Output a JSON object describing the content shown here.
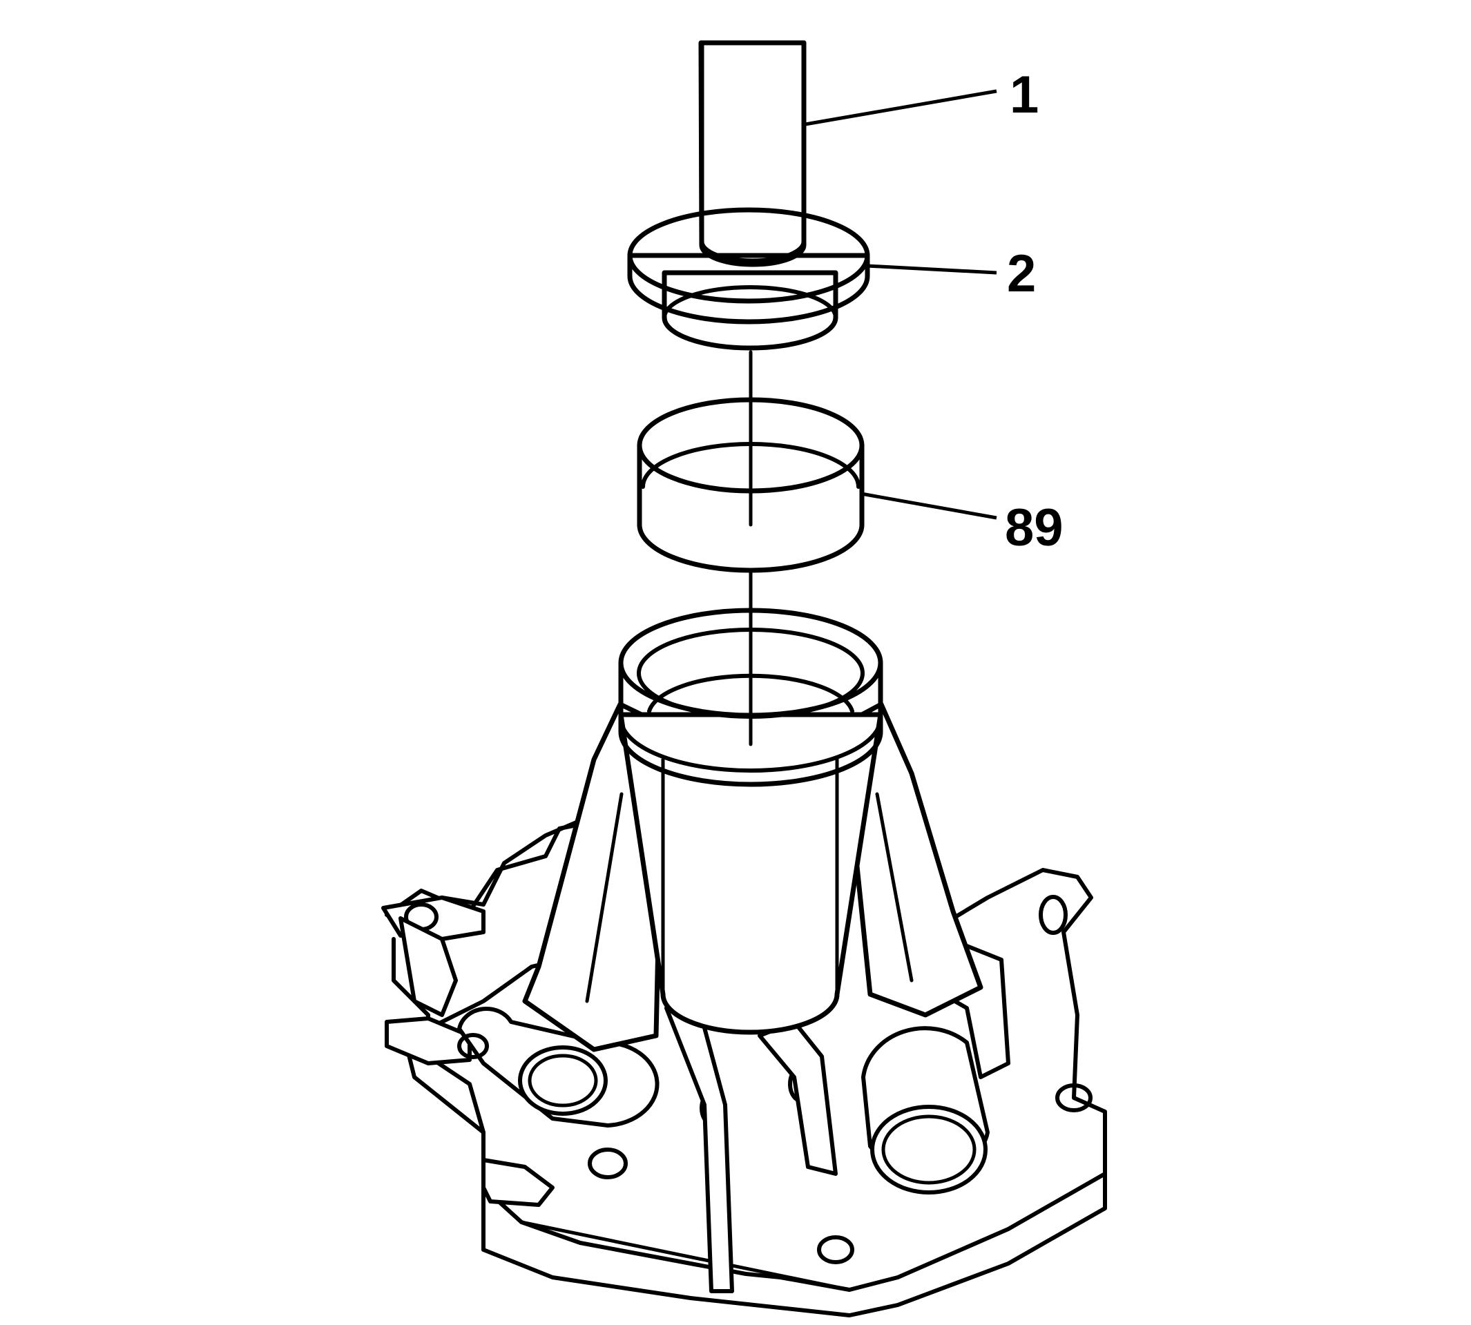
{
  "callouts": [
    {
      "id": "tool-handle",
      "label": "1"
    },
    {
      "id": "tool-installer",
      "label": "2"
    },
    {
      "id": "bushing",
      "label": "89"
    }
  ],
  "colors": {
    "ink": "#000000",
    "background": "#ffffff"
  }
}
